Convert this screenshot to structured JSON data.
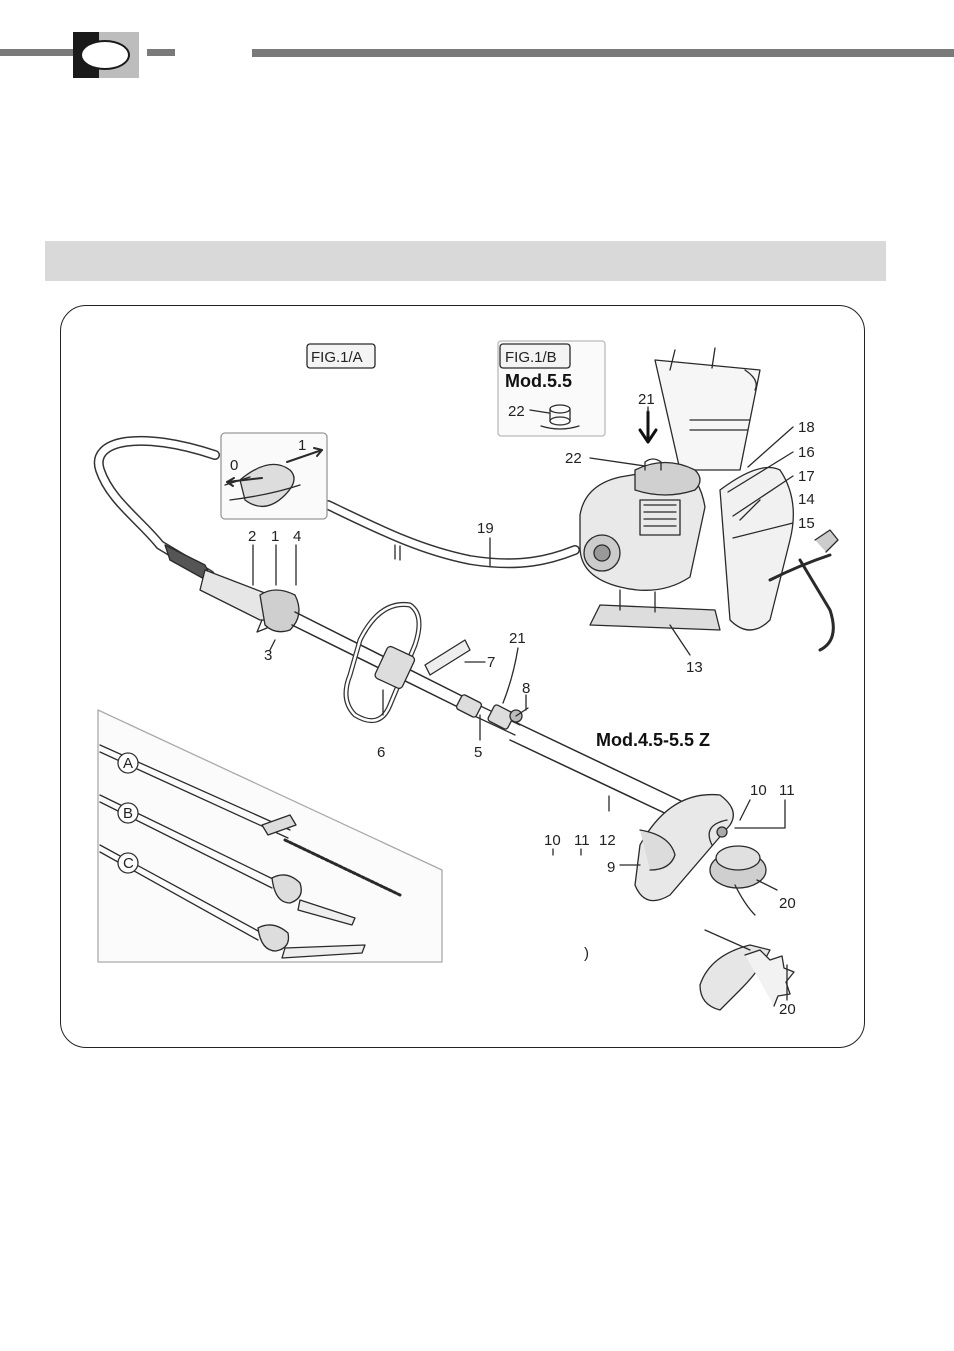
{
  "figure": {
    "fig_a_label": "FIG.1/A",
    "fig_b_label": "FIG.1/B",
    "model_55": "Mod.5.5",
    "model_45_55z": "Mod.4.5-5.5 Z",
    "attachments": [
      "A",
      "B",
      "C"
    ],
    "switch_positions": [
      "0",
      "1"
    ],
    "stray_mark": ")",
    "callouts": [
      "1",
      "2",
      "3",
      "4",
      "5",
      "6",
      "7",
      "8",
      "9",
      "10",
      "11",
      "12",
      "13",
      "14",
      "15",
      "16",
      "17",
      "18",
      "19",
      "20",
      "21",
      "22"
    ]
  }
}
